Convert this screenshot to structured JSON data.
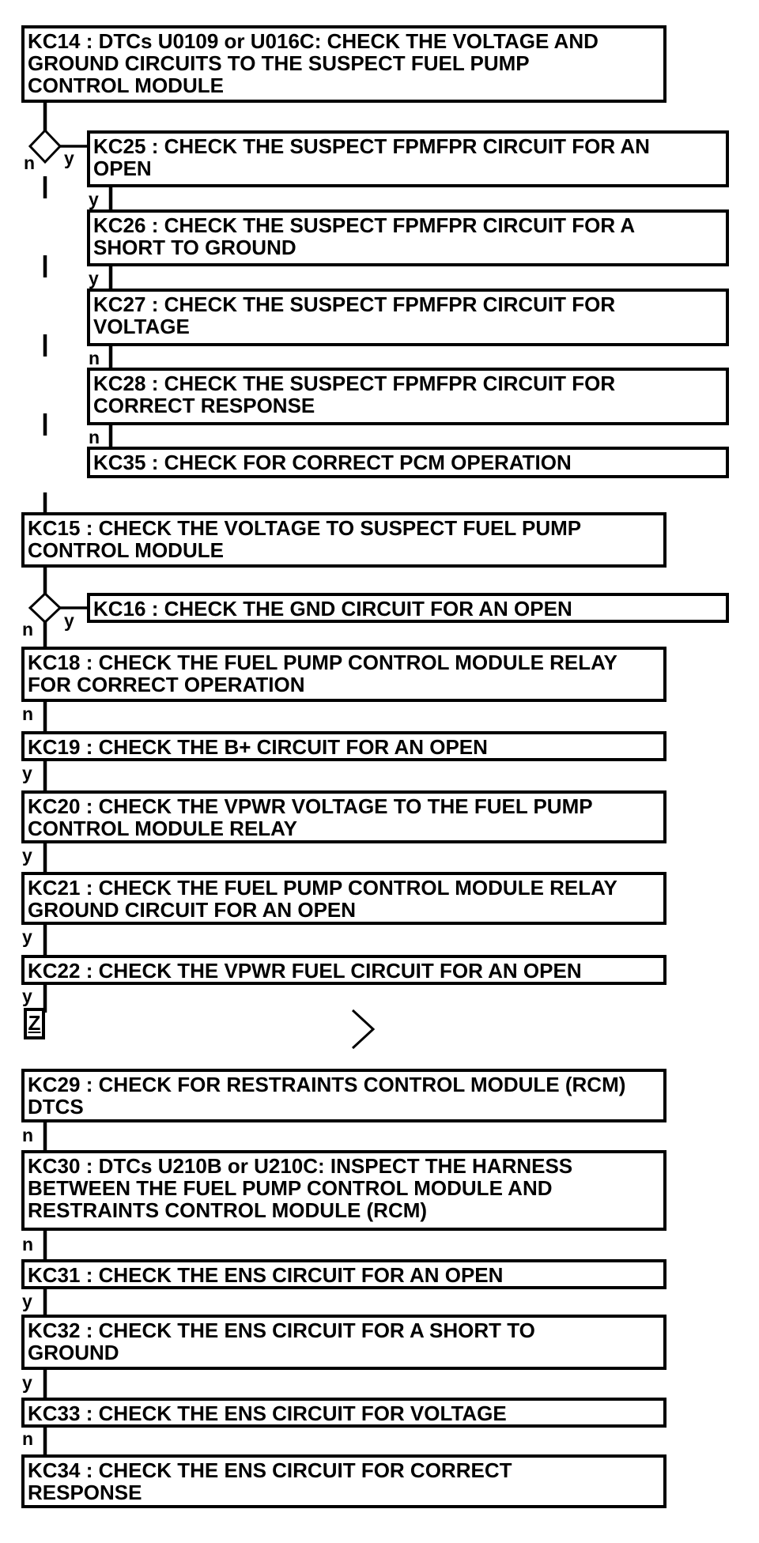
{
  "diagram": {
    "type": "flowchart",
    "description": "Diagnostic pinpoint test flowchart for fuel pump control module DTCs",
    "colors": {
      "ink": "#000000",
      "background": "#ffffff"
    },
    "markers": {
      "continuation_chevron": ">"
    },
    "nodes": [
      {
        "id": "KC14",
        "kind": "process",
        "lines": [
          "KC14 : DTCs U0109 or U016C: CHECK THE VOLTAGE AND",
          "GROUND CIRCUITS TO THE SUSPECT FUEL PUMP",
          "CONTROL MODULE"
        ]
      },
      {
        "id": "KC25",
        "kind": "process",
        "lines": [
          "KC25 : CHECK THE SUSPECT FPMFPR CIRCUIT FOR AN",
          "OPEN"
        ]
      },
      {
        "id": "KC26",
        "kind": "process",
        "lines": [
          "KC26 : CHECK THE SUSPECT FPMFPR CIRCUIT FOR A",
          "SHORT TO GROUND"
        ]
      },
      {
        "id": "KC27",
        "kind": "process",
        "lines": [
          "KC27 : CHECK THE SUSPECT FPMFPR CIRCUIT FOR",
          "VOLTAGE"
        ]
      },
      {
        "id": "KC28",
        "kind": "process",
        "lines": [
          "KC28 : CHECK THE SUSPECT FPMFPR CIRCUIT FOR",
          "CORRECT RESPONSE"
        ]
      },
      {
        "id": "KC35",
        "kind": "process",
        "lines": [
          "KC35 : CHECK FOR CORRECT PCM OPERATION"
        ]
      },
      {
        "id": "KC15",
        "kind": "process",
        "lines": [
          "KC15 : CHECK THE VOLTAGE TO SUSPECT FUEL PUMP",
          "CONTROL MODULE"
        ]
      },
      {
        "id": "KC16",
        "kind": "process",
        "lines": [
          "KC16 : CHECK THE GND CIRCUIT FOR AN OPEN"
        ]
      },
      {
        "id": "KC18",
        "kind": "process",
        "lines": [
          "KC18 : CHECK THE FUEL PUMP CONTROL MODULE RELAY",
          "FOR CORRECT OPERATION"
        ]
      },
      {
        "id": "KC19",
        "kind": "process",
        "lines": [
          "KC19 : CHECK THE B+ CIRCUIT FOR AN OPEN"
        ]
      },
      {
        "id": "KC20",
        "kind": "process",
        "lines": [
          "KC20 : CHECK THE VPWR VOLTAGE TO THE FUEL PUMP",
          "CONTROL MODULE RELAY"
        ]
      },
      {
        "id": "KC21",
        "kind": "process",
        "lines": [
          "KC21 : CHECK THE FUEL PUMP CONTROL MODULE RELAY",
          "GROUND CIRCUIT FOR AN OPEN"
        ]
      },
      {
        "id": "KC22",
        "kind": "process",
        "lines": [
          "KC22 : CHECK THE VPWR FUEL CIRCUIT FOR AN OPEN"
        ]
      },
      {
        "id": "Z",
        "kind": "offpage_connector",
        "lines": [
          "Z"
        ]
      },
      {
        "id": "KC29",
        "kind": "process",
        "lines": [
          "KC29 : CHECK FOR RESTRAINTS CONTROL MODULE (RCM)",
          "DTCS"
        ]
      },
      {
        "id": "KC30",
        "kind": "process",
        "lines": [
          "KC30 : DTCs U210B or U210C: INSPECT THE HARNESS",
          "BETWEEN THE FUEL PUMP CONTROL MODULE AND",
          "RESTRAINTS CONTROL MODULE (RCM)"
        ]
      },
      {
        "id": "KC31",
        "kind": "process",
        "lines": [
          "KC31 : CHECK THE ENS CIRCUIT FOR AN OPEN"
        ]
      },
      {
        "id": "KC32",
        "kind": "process",
        "lines": [
          "KC32 : CHECK THE ENS CIRCUIT FOR A SHORT TO",
          "GROUND"
        ]
      },
      {
        "id": "KC33",
        "kind": "process",
        "lines": [
          "KC33 : CHECK THE ENS CIRCUIT FOR VOLTAGE"
        ]
      },
      {
        "id": "KC34",
        "kind": "process",
        "lines": [
          "KC34 : CHECK THE ENS CIRCUIT FOR CORRECT",
          "RESPONSE"
        ]
      }
    ],
    "edges": [
      {
        "from": "KC14",
        "to": "decision-1",
        "label": ""
      },
      {
        "from": "decision-1",
        "to": "KC25",
        "label": "y"
      },
      {
        "from": "decision-1",
        "to": "KC15",
        "label": "n",
        "style": "dashed"
      },
      {
        "from": "KC25",
        "to": "KC26",
        "label": "y"
      },
      {
        "from": "KC26",
        "to": "KC27",
        "label": "y"
      },
      {
        "from": "KC27",
        "to": "KC28",
        "label": "n"
      },
      {
        "from": "KC28",
        "to": "KC35",
        "label": "n"
      },
      {
        "from": "KC15",
        "to": "decision-2",
        "label": ""
      },
      {
        "from": "decision-2",
        "to": "KC16",
        "label": "y"
      },
      {
        "from": "decision-2",
        "to": "KC18",
        "label": "n"
      },
      {
        "from": "KC18",
        "to": "KC19",
        "label": "n"
      },
      {
        "from": "KC19",
        "to": "KC20",
        "label": "y"
      },
      {
        "from": "KC20",
        "to": "KC21",
        "label": "y"
      },
      {
        "from": "KC21",
        "to": "KC22",
        "label": "y"
      },
      {
        "from": "KC22",
        "to": "Z",
        "label": "y"
      },
      {
        "from": "KC29",
        "to": "KC30",
        "label": "n"
      },
      {
        "from": "KC30",
        "to": "KC31",
        "label": "n"
      },
      {
        "from": "KC31",
        "to": "KC32",
        "label": "y"
      },
      {
        "from": "KC32",
        "to": "KC33",
        "label": "y"
      },
      {
        "from": "KC33",
        "to": "KC34",
        "label": "n"
      }
    ]
  }
}
